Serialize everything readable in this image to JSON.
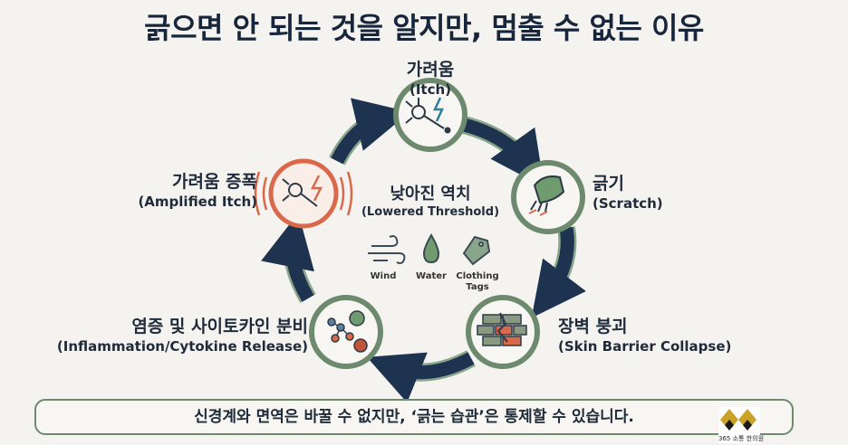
{
  "title": "긁으면 안 되는 것을 알지만, 멈출 수 없는 이유",
  "nodes": {
    "itch": {
      "ko": "가려움",
      "en": "(Itch)"
    },
    "scratch": {
      "ko": "긁기",
      "en": "(Scratch)"
    },
    "barrier": {
      "ko": "장벽 붕괴",
      "en": "(Skin Barrier Collapse)"
    },
    "inflammation": {
      "ko": "염증 및 사이토카인 분비",
      "en": "(Inflammation/Cytokine Release)"
    },
    "amplified": {
      "ko": "가려움 증폭",
      "en": "(Amplified Itch)"
    }
  },
  "center": {
    "ko": "낮아진 역치",
    "en": "(Lowered Threshold)",
    "triggers": [
      {
        "label": "Wind",
        "icon": "wind-icon"
      },
      {
        "label": "Water",
        "icon": "water-drop-icon"
      },
      {
        "label": "Clothing\nTags",
        "icon": "clothing-tag-icon"
      }
    ]
  },
  "footer": "신경계와 면역은 바꿀 수 없지만, ‘긁는 습관’은 통제할 수 있습니다.",
  "logo": {
    "text": "365 소통 한의원"
  },
  "colors": {
    "arrow": "#1d3350",
    "ring": "#6e8a6e",
    "alert": "#d9694a",
    "background": "#f4f3ef"
  }
}
